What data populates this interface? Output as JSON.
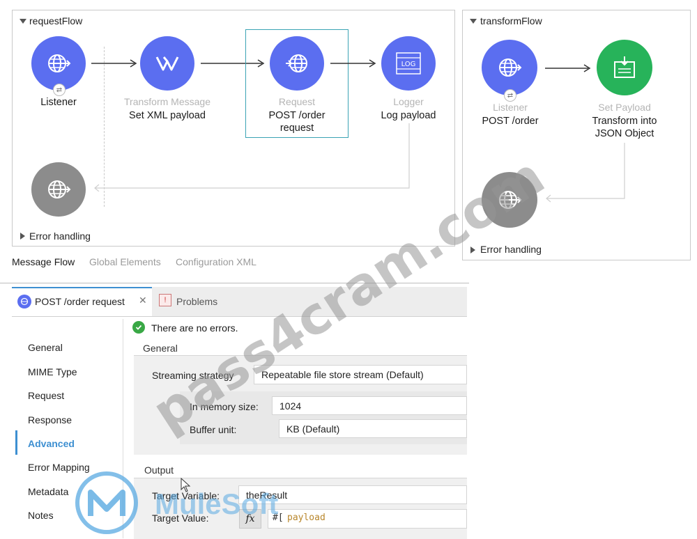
{
  "request_flow": {
    "title": "requestFlow",
    "components": [
      {
        "type": "Listener",
        "label": "Listener",
        "icon": "globe-arrow-icon"
      },
      {
        "type": "Transform Message",
        "label": "Set XML payload",
        "icon": "transform-icon"
      },
      {
        "type": "Request",
        "label_line1": "POST /order",
        "label_line2": "request",
        "icon": "globe-arrow-icon"
      },
      {
        "type": "Logger",
        "label": "Log payload",
        "icon": "log-icon"
      }
    ],
    "error_handling": "Error handling"
  },
  "transform_flow": {
    "title": "transformFlow",
    "components": [
      {
        "type": "Listener",
        "label": "POST /order",
        "icon": "globe-arrow-icon"
      },
      {
        "type": "Set Payload",
        "label_line1": "Transform into",
        "label_line2": "JSON Object",
        "icon": "set-payload-icon"
      }
    ],
    "error_handling": "Error handling"
  },
  "canvas_tabs": [
    "Message Flow",
    "Global Elements",
    "Configuration XML"
  ],
  "editor_tabs": [
    {
      "label": "POST /order request",
      "active": true,
      "closable": true
    },
    {
      "label": "Problems",
      "active": false
    }
  ],
  "status": "There are no errors.",
  "sidebar": [
    "General",
    "MIME Type",
    "Request",
    "Response",
    "Advanced",
    "Error Mapping",
    "Metadata",
    "Notes"
  ],
  "sidebar_active": "Advanced",
  "general": {
    "heading": "General",
    "streaming_strategy_label": "Streaming strategy",
    "streaming_strategy_value": "Repeatable file store stream (Default)",
    "in_memory_size_label": "In memory size:",
    "in_memory_size_value": "1024",
    "buffer_unit_label": "Buffer unit:",
    "buffer_unit_value": "KB (Default)"
  },
  "output": {
    "heading": "Output",
    "target_variable_label": "Target Variable:",
    "target_variable_value": "theResult",
    "target_value_label": "Target Value:",
    "target_value_prefix": "#[",
    "target_value_value": "payload",
    "fx": "fx"
  },
  "watermarks": {
    "main": "pass4cram.com",
    "logo": "MuleSoft"
  },
  "colors": {
    "accent_blue": "#5b6ef0",
    "accent_green": "#27b35a",
    "error_gray": "#8c8c8c",
    "active_tab": "#3d8fd1",
    "selection": "#3aa3b4"
  }
}
